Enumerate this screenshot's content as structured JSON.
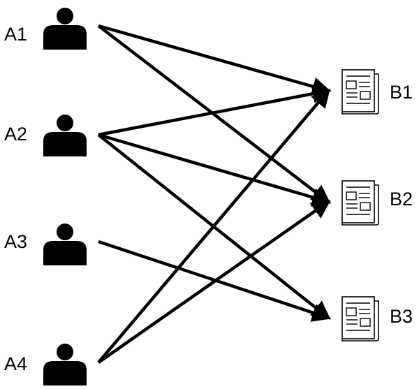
{
  "users": [
    {
      "id": "A1",
      "label": "A1",
      "icon": "person-icon"
    },
    {
      "id": "A2",
      "label": "A2",
      "icon": "person-icon"
    },
    {
      "id": "A3",
      "label": "A3",
      "icon": "person-icon"
    },
    {
      "id": "A4",
      "label": "A4",
      "icon": "person-icon"
    }
  ],
  "documents": [
    {
      "id": "B1",
      "label": "B1",
      "icon": "newspaper-icon"
    },
    {
      "id": "B2",
      "label": "B2",
      "icon": "newspaper-icon"
    },
    {
      "id": "B3",
      "label": "B3",
      "icon": "newspaper-icon"
    }
  ],
  "edges": [
    {
      "from": "A1",
      "to": "B1"
    },
    {
      "from": "A1",
      "to": "B2"
    },
    {
      "from": "A2",
      "to": "B1"
    },
    {
      "from": "A2",
      "to": "B2"
    },
    {
      "from": "A2",
      "to": "B3"
    },
    {
      "from": "A3",
      "to": "B3"
    },
    {
      "from": "A4",
      "to": "B1"
    },
    {
      "from": "A4",
      "to": "B2"
    }
  ],
  "colors": {
    "line": "#000000",
    "icon": "#000000",
    "background": "#ffffff"
  }
}
